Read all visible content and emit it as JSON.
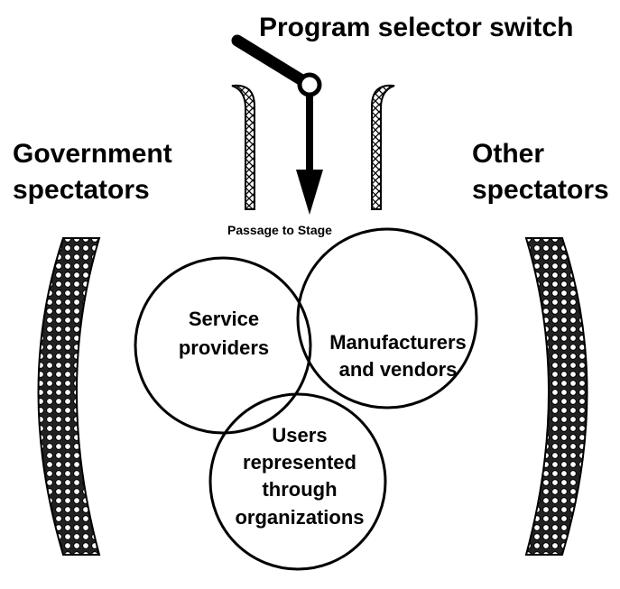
{
  "diagram": {
    "title": "Program selector switch",
    "left_label": [
      "Government",
      "spectators"
    ],
    "right_label": [
      "Other",
      "spectators"
    ],
    "passage_label": "Passage to Stage",
    "circles": {
      "service": [
        "Service",
        "providers"
      ],
      "manufacturers": [
        "Manufacturers",
        "and vendors"
      ],
      "users": [
        "Users",
        "represented",
        "through",
        "organizations"
      ]
    }
  }
}
